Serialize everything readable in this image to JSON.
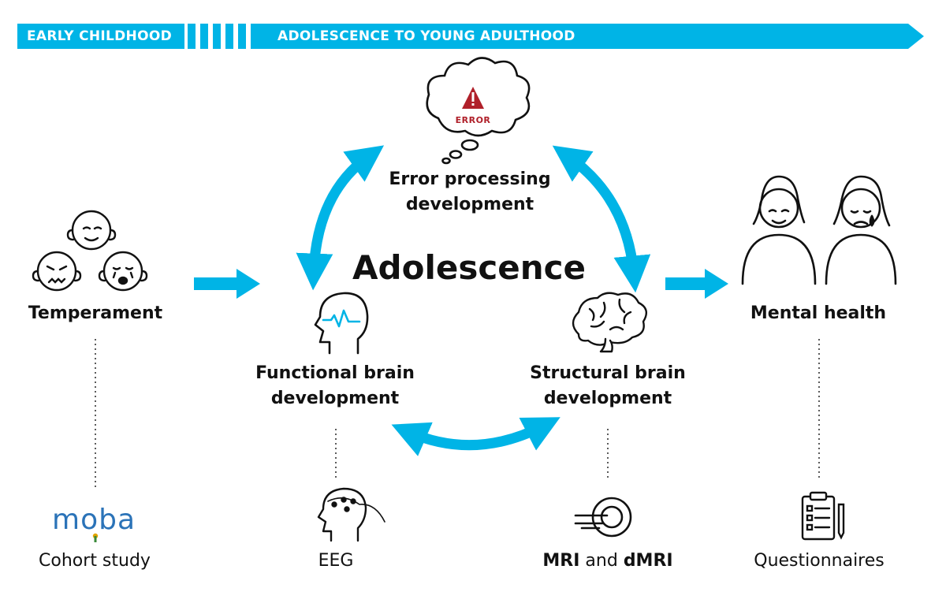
{
  "banner": {
    "left_label": "EARLY CHILDHOOD",
    "right_label": "ADOLESCENCE TO YOUNG ADULTHOOD",
    "color": "#00b4e6"
  },
  "center": {
    "title": "Adolescence"
  },
  "nodes": {
    "temperament": {
      "label": "Temperament"
    },
    "mental_health": {
      "label": "Mental health"
    },
    "error": {
      "line1": "Error processing",
      "line2": "development",
      "icon_text": "ERROR"
    },
    "functional": {
      "line1": "Functional brain",
      "line2": "development"
    },
    "structural": {
      "line1": "Structural brain",
      "line2": "development"
    }
  },
  "sources": {
    "cohort": {
      "label": "Cohort study",
      "logo_text": "moba"
    },
    "eeg": {
      "label": "EEG"
    },
    "mri": {
      "part1": "MRI",
      "and": "and",
      "part2": "dMRI"
    },
    "questionnaires": {
      "label": "Questionnaires"
    }
  },
  "colors": {
    "accent": "#00b4e6",
    "warning": "#b0202a",
    "logo": "#2b73b8"
  },
  "icons": [
    "baby-faces-icon",
    "thought-cloud-icon",
    "warning-icon",
    "head-pulse-icon",
    "brain-icon",
    "women-icon",
    "eeg-head-icon",
    "mri-scanner-icon",
    "clipboard-icon"
  ]
}
